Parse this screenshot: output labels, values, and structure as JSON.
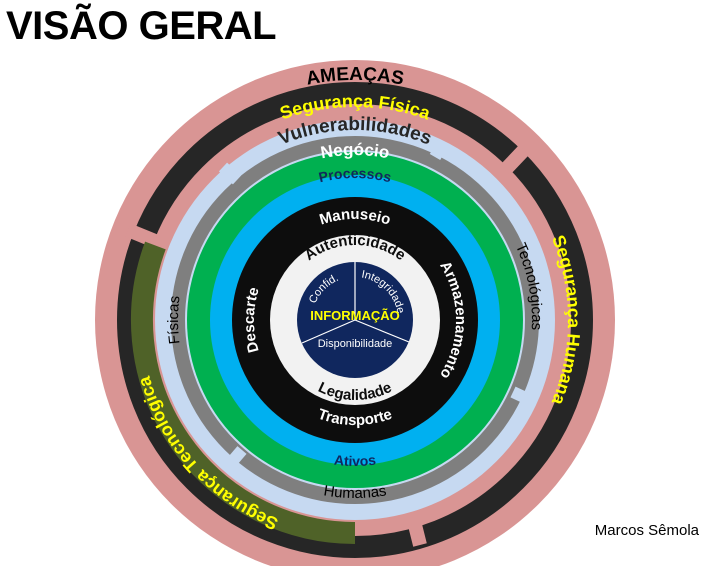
{
  "title": "VISÃO GERAL",
  "author": "Marcos Sêmola",
  "center": {
    "label": "INFORMAÇÃO",
    "segments": [
      "Confid.",
      "Integridade",
      "Disponibilidade"
    ]
  },
  "rings": {
    "attributes": {
      "top": "Autenticidade",
      "bottom": "Legalidade"
    },
    "lifecycle": {
      "top": "Manuseio",
      "right": "Armazenamento",
      "bottom": "Transporte",
      "left": "Descarte"
    },
    "assets": {
      "top": "Processos",
      "bottom": "Ativos"
    },
    "business": {
      "top": "Negócio"
    },
    "vulnerabilities": {
      "top": "Vulnerabilidades",
      "left": "Físicas",
      "right": "Tecnológicas",
      "bottom": "Humanas"
    },
    "security": {
      "physical": "Segurança Física",
      "human": "Segurança Humana",
      "technological": "Segurança Tecnológica"
    },
    "threats": {
      "top": "AMEAÇAS"
    }
  },
  "colors": {
    "threats": "#d99594",
    "security_band": "#262626",
    "security_tech": "#4f6228",
    "security_text": "#ffff00",
    "vuln_light": "#c6d9f1",
    "vuln_gray": "#7f7f7f",
    "business": "#00b050",
    "assets": "#00b0f0",
    "lifecycle": "#0d0d0d",
    "attributes": "#f2f2f2",
    "core": "#10275e",
    "core_label": "#ffff00"
  }
}
